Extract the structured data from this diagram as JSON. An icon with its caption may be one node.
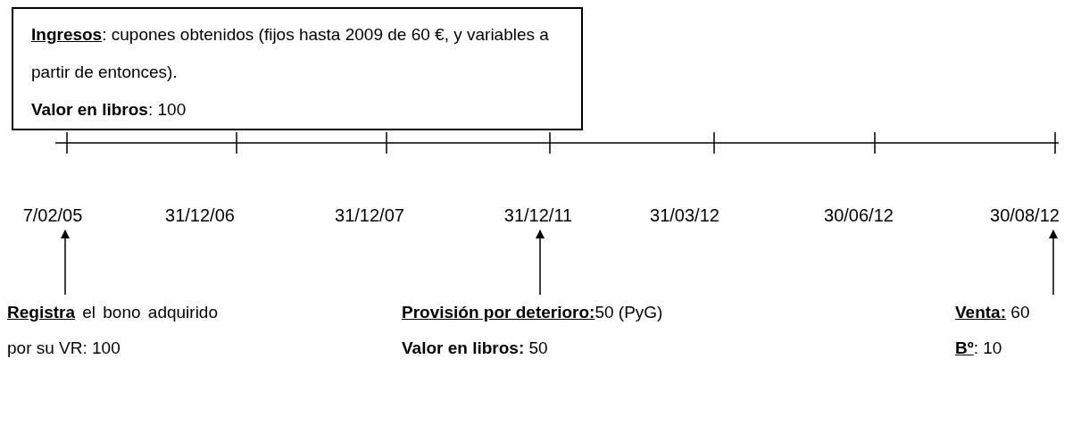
{
  "diagram": {
    "nodes": [
      {
        "text": [
          "**Ingresos**: cupones obtenidos (fijos hasta 2009 de 60 €, y variables a partir de entonces).",
          "**Valor en libros**: 100"
        ]
      },
      {
        "text": [
          "7/02/05"
        ]
      },
      {
        "text": [
          "31/12/06"
        ]
      },
      {
        "text": [
          "31/12/07"
        ]
      },
      {
        "text": [
          "31/12/11"
        ]
      },
      {
        "text": [
          "31/03/12"
        ]
      },
      {
        "text": [
          "30/06/12"
        ]
      },
      {
        "text": [
          "30/08/12"
        ]
      },
      {
        "text": [
          "**Registra** el bono adquirido por su VR: 100"
        ]
      },
      {
        "text": [
          "**Provisión por deterioro:**50 (PyG)",
          "**Valor en libros:** 50"
        ]
      },
      {
        "text": [
          "**Venta:** 60",
          "**Bº**: 10"
        ]
      }
    ],
    "edges": [
      {
        "from": 8,
        "to": 1,
        "arrow": "to"
      },
      {
        "from": 9,
        "to": 4,
        "arrow": "to"
      },
      {
        "from": 10,
        "to": 7,
        "arrow": "to"
      }
    ]
  }
}
